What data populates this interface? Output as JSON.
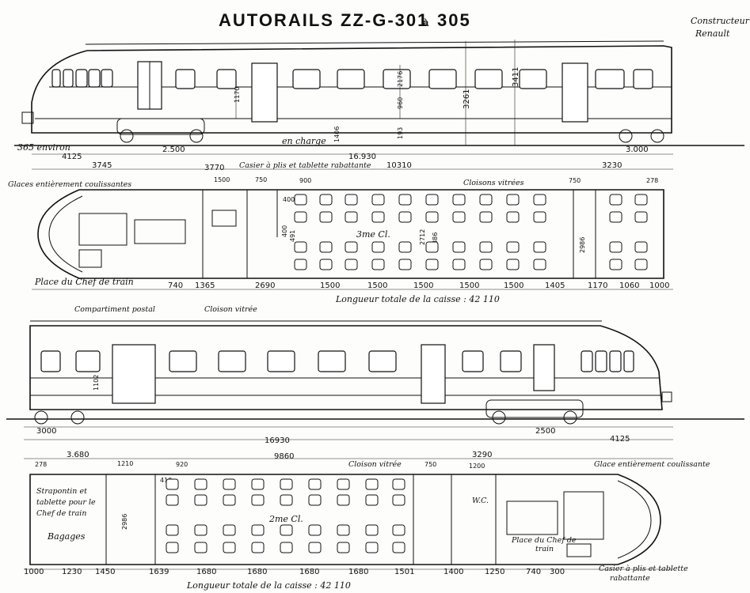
{
  "title": "AUTORAILS ZZ-G-301",
  "title_to": "à",
  "title_end": "305",
  "constructor": {
    "line1": "Constructeur",
    "line2": "Renault"
  },
  "upper": {
    "labels": {
      "environ": "365 environ",
      "en_charge": "en charge",
      "glaces": "Glaces entièrement coulissantes",
      "casier": "Casier à plis et tablette rabattante",
      "cloisons": "Cloisons vitrées",
      "place_chef": "Place du Chef de train",
      "compartiment": "Compartiment postal",
      "cloison": "Cloison vitrée",
      "classe": "3me Cl.",
      "longueur": "Longueur totale de la caisse : 42 110"
    },
    "dims_top": [
      "4125",
      "2.500",
      "16.930",
      "3.000"
    ],
    "dims_plan": [
      "3745",
      "3770",
      "10310",
      "3230",
      "1500",
      "750",
      "900",
      "750",
      "278"
    ],
    "dims_vert": [
      "1170",
      "2176",
      "960",
      "3261",
      "3411",
      "193",
      "1406"
    ],
    "dims_inner": [
      "400",
      "400",
      "491",
      "2712",
      "2886",
      "2986"
    ],
    "dims_bottom": [
      "740",
      "1365",
      "2690",
      "1500",
      "1500",
      "1500",
      "1500",
      "1500",
      "1405",
      "1170",
      "1060",
      "1000"
    ]
  },
  "lower": {
    "labels": {
      "cloison": "Cloison vitrée",
      "glace": "Glace entièrement coulissante",
      "strapontin": [
        "Strapontin et",
        "tablette pour le",
        "Chef de train"
      ],
      "bagages": "Bagages",
      "classe": "2me Cl.",
      "wc": "W.C.",
      "place_chef": [
        "Place du Chef de",
        "train"
      ],
      "casier": "Casier à plis et tablette",
      "rabattante": "rabattante",
      "longueur": "Longueur totale de la caisse : 42 110"
    },
    "dims_top": [
      "3000",
      "16930",
      "2500",
      "4125"
    ],
    "dims_plan": [
      "278",
      "3.680",
      "1210",
      "920",
      "9860",
      "750",
      "3290",
      "1200",
      "410"
    ],
    "dims_vert": [
      "1102",
      "2986"
    ],
    "dims_bottom": [
      "1000",
      "1230",
      "1450",
      "1639",
      "1680",
      "1680",
      "1680",
      "1680",
      "1501",
      "1400",
      "1250",
      "740",
      "300"
    ]
  }
}
